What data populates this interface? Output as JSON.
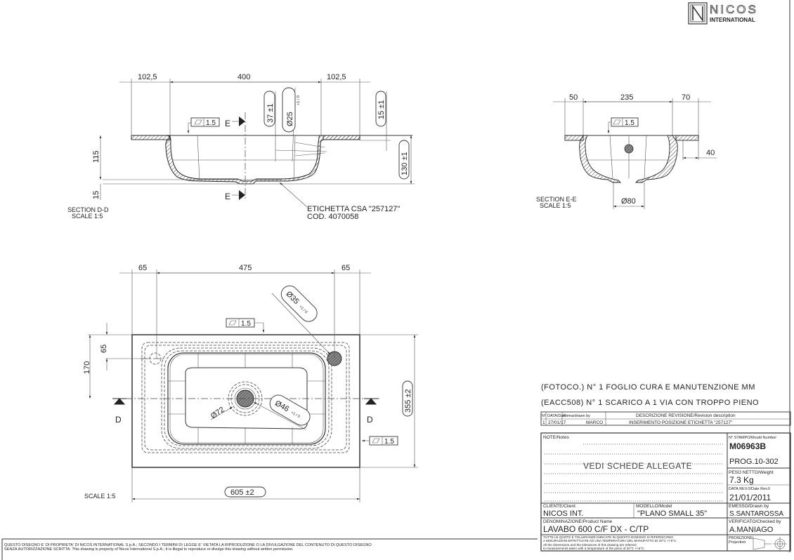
{
  "logo": {
    "brand": "NICOS",
    "sub": "INTERNATIONAL"
  },
  "section_dd": {
    "dims": {
      "left_margin": "102,5",
      "bowl_width": "400",
      "right_margin": "102,5",
      "depth": "115",
      "bottom": "15",
      "total_height": "130 ±1",
      "top_offset": "15 ±1",
      "overflow_height": "37 ±1",
      "overflow_dia": "Ø25",
      "overflow_tol": "+1 / 0"
    },
    "flatness": "1.5",
    "cut_label": "E",
    "label_line1": "ETICHETTA CSA \"257127\"",
    "label_line2": "COD. 4070058",
    "title": "SECTION D-D",
    "scale": "SCALE 1:5"
  },
  "section_ee": {
    "dims": {
      "left": "50",
      "bowl": "235",
      "right": "70",
      "offset": "40",
      "drain_dia": "Ø80"
    },
    "flatness": "1.5",
    "title": "SECTION E-E",
    "scale": "SCALE 1:5"
  },
  "plan_view": {
    "dims": {
      "left": "65",
      "middle": "475",
      "right": "65",
      "hole_y": "65",
      "center_y": "170",
      "depth": "355 ±2",
      "width": "605 ±2",
      "overflow_dia": "Ø35",
      "overflow_tol": "+1 / 0",
      "drain_outer": "Ø72",
      "drain_dia": "Ø46",
      "drain_tol": "+1 / 0"
    },
    "flatness_top": "1.5",
    "flatness_side": "1.5",
    "cut_label": "D",
    "scale": "SCALE 1:5"
  },
  "notes": {
    "line1": "(FOTOCO.) N° 1 FOGLIO CURA E MANUTENZIONE MM",
    "line2": "(EACC508) N° 1 SCARICO A 1 VIA CON TROPPO PIENO"
  },
  "revision_table": {
    "headers": [
      "N°",
      "DATA/Date",
      "Firma/drawn by",
      "DESCRIZIONE REVISIONE/Revision description"
    ],
    "rows": [
      [
        "1",
        "27/01/17",
        "MARCO",
        "INSERIMENTO POSIZIONE ETICHETTA \"257127\""
      ]
    ]
  },
  "title_block": {
    "notes_label": "NOTE/Notes",
    "notes_text": "VEDI SCHEDE ALLEGATE",
    "mould_label": "N° STAMPO/Mould Number",
    "mould_number": "M06963B",
    "prog": "PROG.10-302",
    "weight_label": "PESO NETTO/Weight",
    "weight": "7.3 Kg",
    "date_label": "DATA REV.0/Date Rev.0",
    "date": "21/01/2011",
    "client_label": "CLIENTE/Client",
    "client": "NICOS INT.",
    "model_label": "MODELLO/Model",
    "model": "\"PLANO SMALL 35\"",
    "drawn_label": "EMESSO/Drawn by",
    "drawn": "S.SANTAROSSA",
    "product_label": "DENOMINAZIONE/Product Name",
    "product": "LAVABO 600 C/F DX - C/TP",
    "checked_label": "VERIFICATO/Checked by",
    "checked": "A.MANIAGO",
    "tolerance_it_1": "TUTTE LE QUOTE E TOLLERANZE INDICATE IN QUESTO DISEGNO SI RIFERISCONO",
    "tolerance_it_2": "A MISURAZIONI EFFETTUATE AD UNA TEMPERATURA DEL MANUFATTO DI 20°C +/-5°C.",
    "tolerance_en_1": "All the dimensions and the tolerances of this drawing are referred",
    "tolerance_en_2": "to measurements taken with a temperature of the piece of 20°C +/-5°C.",
    "projection_label_1": "PROIEZIONE/",
    "projection_label_2": "Projection"
  },
  "footer": {
    "line1": "QUESTO DISEGNO E' DI PROPRIETA' DI NICOS INTERNATIONAL S.p.A.; SECONDO I TERMINI DI LEGGE E' VIETATA LA RIPRODUZIONE O LA DIVULGAZIONE DEL CONTENUTO DI QUESTO DISEGNO",
    "line2": "SENZA AUTORIZZAZIONE SCRITTA. This drawing is property of Nicos International S.p.A.; it is illegal to reproduce or divulge this drawing without written permission."
  }
}
